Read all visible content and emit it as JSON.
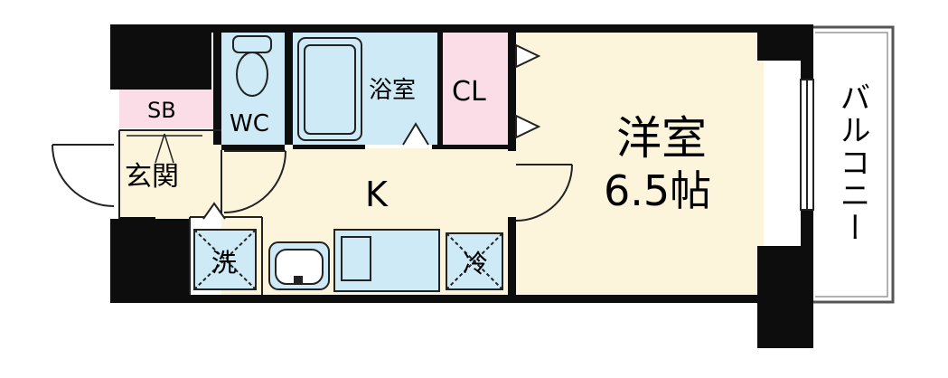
{
  "colors": {
    "wall": "#0d0d0d",
    "yellow": "#fdf4dc",
    "blue": "#cdeaf6",
    "pink": "#fbdde8",
    "line": "#222222"
  },
  "rooms": {
    "western": "洋室",
    "western_size": "6.5帖",
    "kitchen": "K",
    "bath": "浴室",
    "closet": "CL",
    "toilet": "WC",
    "entrance": "玄関",
    "shoe_box": "SB",
    "laundry": "洗",
    "fridge": "冷",
    "balcony": "バルコニー"
  },
  "icons": [
    "toilet-icon",
    "bathtub-icon",
    "sink-icon",
    "counter-icon",
    "laundry-space-icon",
    "fridge-space-icon",
    "door-icon"
  ]
}
